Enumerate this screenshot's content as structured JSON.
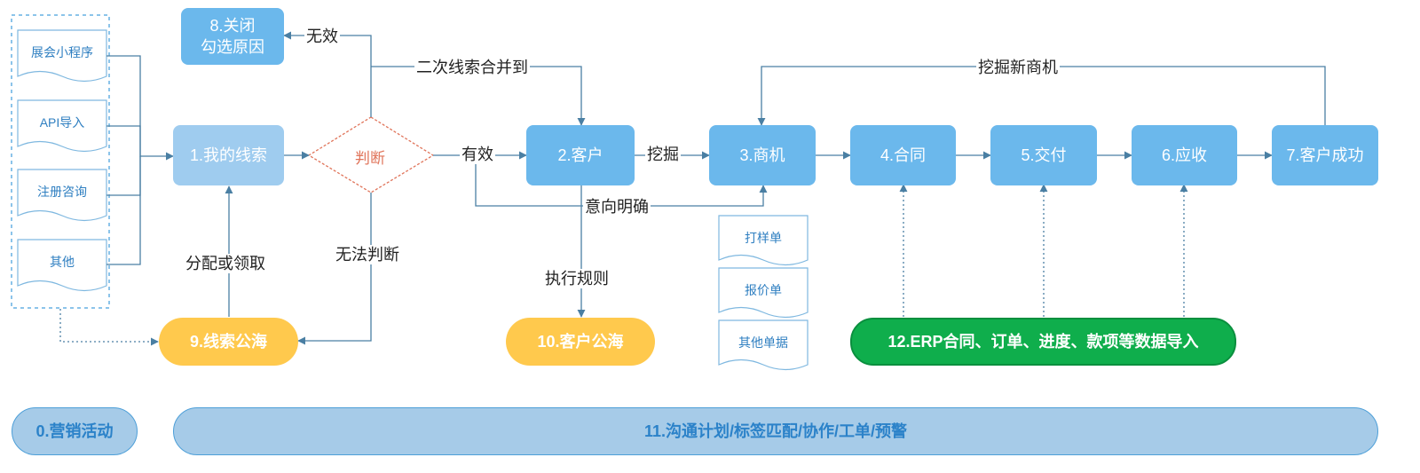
{
  "sources": [
    "展会小程序",
    "API导入",
    "注册咨询",
    "其他"
  ],
  "nodes": {
    "closed": [
      "8.关闭",
      "勾选原因"
    ],
    "leads": "1.我的线索",
    "judge": "判断",
    "customer": "2.客户",
    "opportunity": "3.商机",
    "contract": "4.合同",
    "delivery": "5.交付",
    "receivable": "6.应收",
    "success": "7.客户成功",
    "lead_pool": "9.线索公海",
    "customer_pool": "10.客户公海",
    "erp": "12.ERP合同、订单、进度、款项等数据导入",
    "marketing": "0.营销活动",
    "comm": "11.沟通计划/标签匹配/协作/工单/预警"
  },
  "documents": [
    "打样单",
    "报价单",
    "其他单据"
  ],
  "edge_labels": {
    "invalid": "无效",
    "merge": "二次线索合并到",
    "valid": "有效",
    "mine": "挖掘",
    "mine_new": "挖掘新商机",
    "intent": "意向明确",
    "cannot_judge": "无法判断",
    "assign": "分配或领取",
    "rule": "执行规则"
  },
  "colors": {
    "node_blue": "#6bb8ec",
    "node_light": "#9fccef",
    "yellow": "#ffc94d",
    "green": "#0fae4c",
    "line": "#4a7fa3",
    "diamond": "#e0745a"
  }
}
